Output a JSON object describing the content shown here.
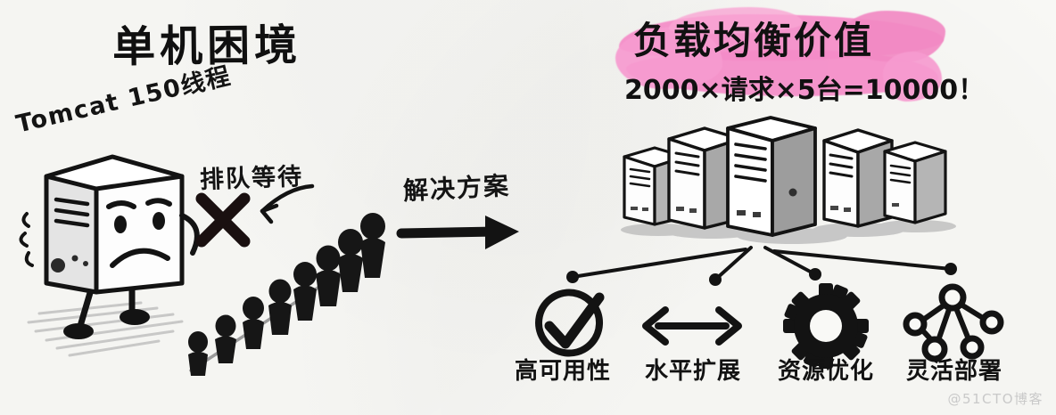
{
  "page": {
    "background_color": "#f9f9f6",
    "ink_color": "#141414",
    "accent_pink": "#f58cc8"
  },
  "left_panel": {
    "title": "单机困境",
    "server_label": "Tomcat 150线程",
    "queue_label": "排队等待",
    "cross_mark": "×",
    "queue_person_count": 8,
    "sad_server_expression": "frowning"
  },
  "middle": {
    "solution_label": "解决方案",
    "arrow": "→"
  },
  "right_panel": {
    "highlight_title": "负载均衡价值",
    "highlight_formula": "2000×请求×5台=10000！",
    "server_count": 5,
    "benefits": [
      {
        "icon": "check-circle-icon",
        "label": "高可用性"
      },
      {
        "icon": "horizontal-arrows-icon",
        "label": "水平扩展"
      },
      {
        "icon": "gear-icon",
        "label": "资源优化"
      },
      {
        "icon": "network-tree-icon",
        "label": "灵活部署"
      }
    ]
  },
  "watermark": {
    "text": "@51CTO博客"
  }
}
